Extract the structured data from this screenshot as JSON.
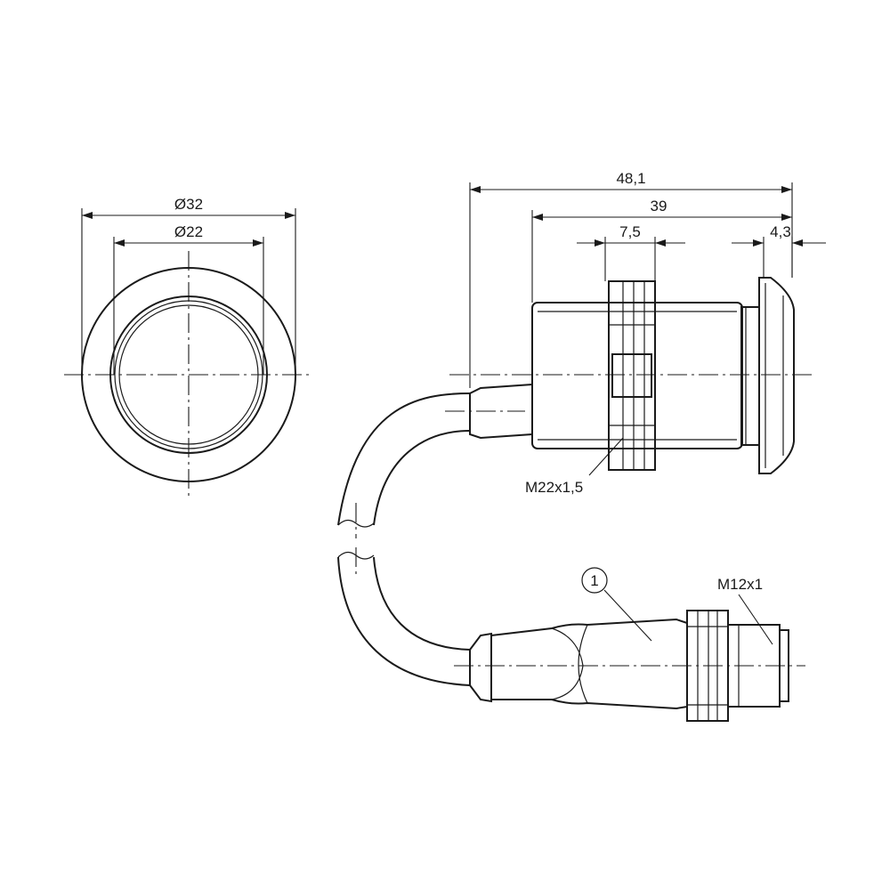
{
  "front_view": {
    "outer_diameter_label": "Ø32",
    "inner_diameter_label": "Ø22"
  },
  "side_view": {
    "overall_length_label": "48,1",
    "thread_length_label": "39",
    "nut_width_label": "7,5",
    "flange_width_label": "4,3",
    "housing_thread_label": "M22x1,5"
  },
  "connector": {
    "item_number": "1",
    "connector_thread_label": "M12x1"
  }
}
